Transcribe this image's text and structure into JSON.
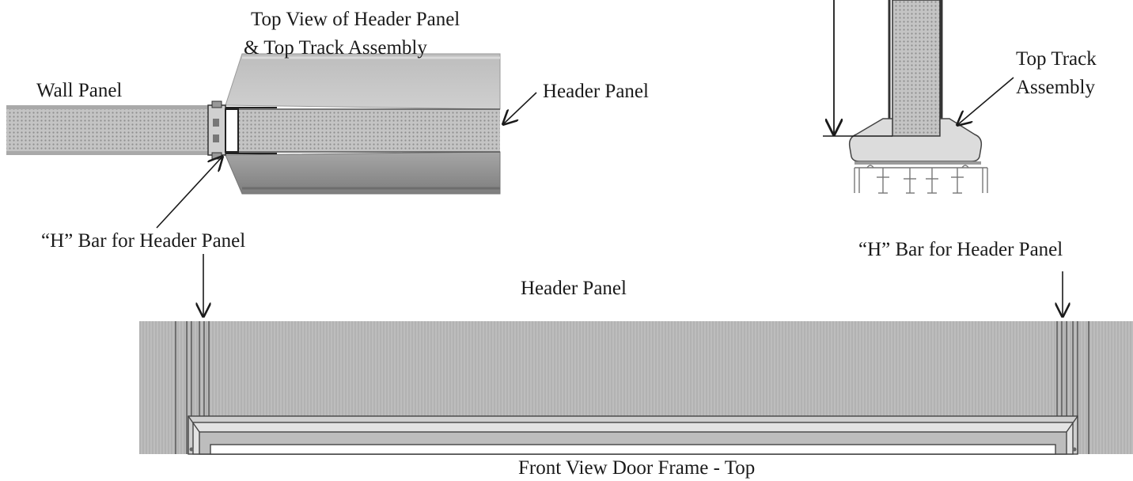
{
  "labels": {
    "top_view_title_line1": "Top View of Header Panel",
    "top_view_title_line2": "& Top Track Assembly",
    "wall_panel": "Wall Panel",
    "header_panel_top": "Header Panel",
    "h_bar_left": "“H” Bar for Header Panel",
    "top_track_line1": "Top Track",
    "top_track_line2": "Assembly",
    "h_bar_right": "“H” Bar for Header Panel",
    "header_panel_front": "Header Panel",
    "front_view_caption": "Front View Door Frame - Top"
  },
  "colors": {
    "panel_fill": "#b8b8b8",
    "panel_dark": "#8e8e8e",
    "stroke": "#1a1a1a",
    "front_panel": "#b5b5b5"
  }
}
